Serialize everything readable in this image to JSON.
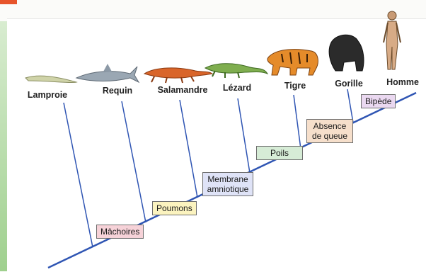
{
  "taxa": [
    "Lamproie",
    "Requin",
    "Salamandre",
    "Lézard",
    "Tigre",
    "Gorille",
    "Homme"
  ],
  "traits": [
    "Mâchoires",
    "Poumons",
    "Membrane amniotique",
    "Poils",
    "Absence de queue",
    "Bipède"
  ],
  "colors": {
    "line": "#2f55b3",
    "trait_pink": "#f6d2d8",
    "trait_yellow": "#fbf3bf",
    "trait_blue": "#dfe3f7",
    "trait_green": "#d6ecd6",
    "trait_peach": "#f6dfcb",
    "trait_violet": "#ead8f0"
  }
}
